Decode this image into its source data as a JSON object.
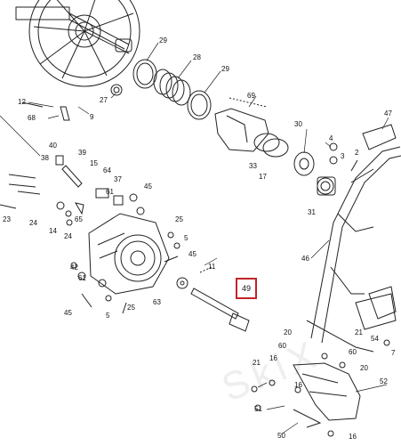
{
  "diagram": {
    "highlight_label": "49",
    "watermark_text": "SkiX",
    "callouts": {
      "p29a": "29",
      "p28": "28",
      "p29b": "29",
      "p27": "27",
      "p12": "12",
      "p9": "9",
      "p68": "68",
      "p69": "69",
      "p30": "30",
      "p4": "4",
      "p3": "3",
      "p2": "2",
      "p47": "47",
      "p33": "33",
      "p17": "17",
      "p31": "31",
      "p40": "40",
      "p38": "38",
      "p39": "39",
      "p15": "15",
      "p64": "64",
      "p37": "37",
      "p61a": "61",
      "p45a": "45",
      "p24a": "24",
      "p14": "14",
      "p65": "65",
      "p24b": "24",
      "p23": "23",
      "p25a": "25",
      "p5": "5",
      "p45b": "45",
      "p46": "46",
      "p11": "11",
      "p42": "42",
      "p61b": "61",
      "p63": "63",
      "p25b": "25",
      "p45c": "45",
      "p5b": "5",
      "p20a": "20",
      "p54": "54",
      "p21a": "21",
      "p7": "7",
      "p60a": "60",
      "p60b": "60",
      "p16a": "16",
      "p20b": "20",
      "p21b": "21",
      "p52": "52",
      "p16b": "16",
      "p51": "51",
      "p50": "50",
      "p16c": "16"
    }
  }
}
